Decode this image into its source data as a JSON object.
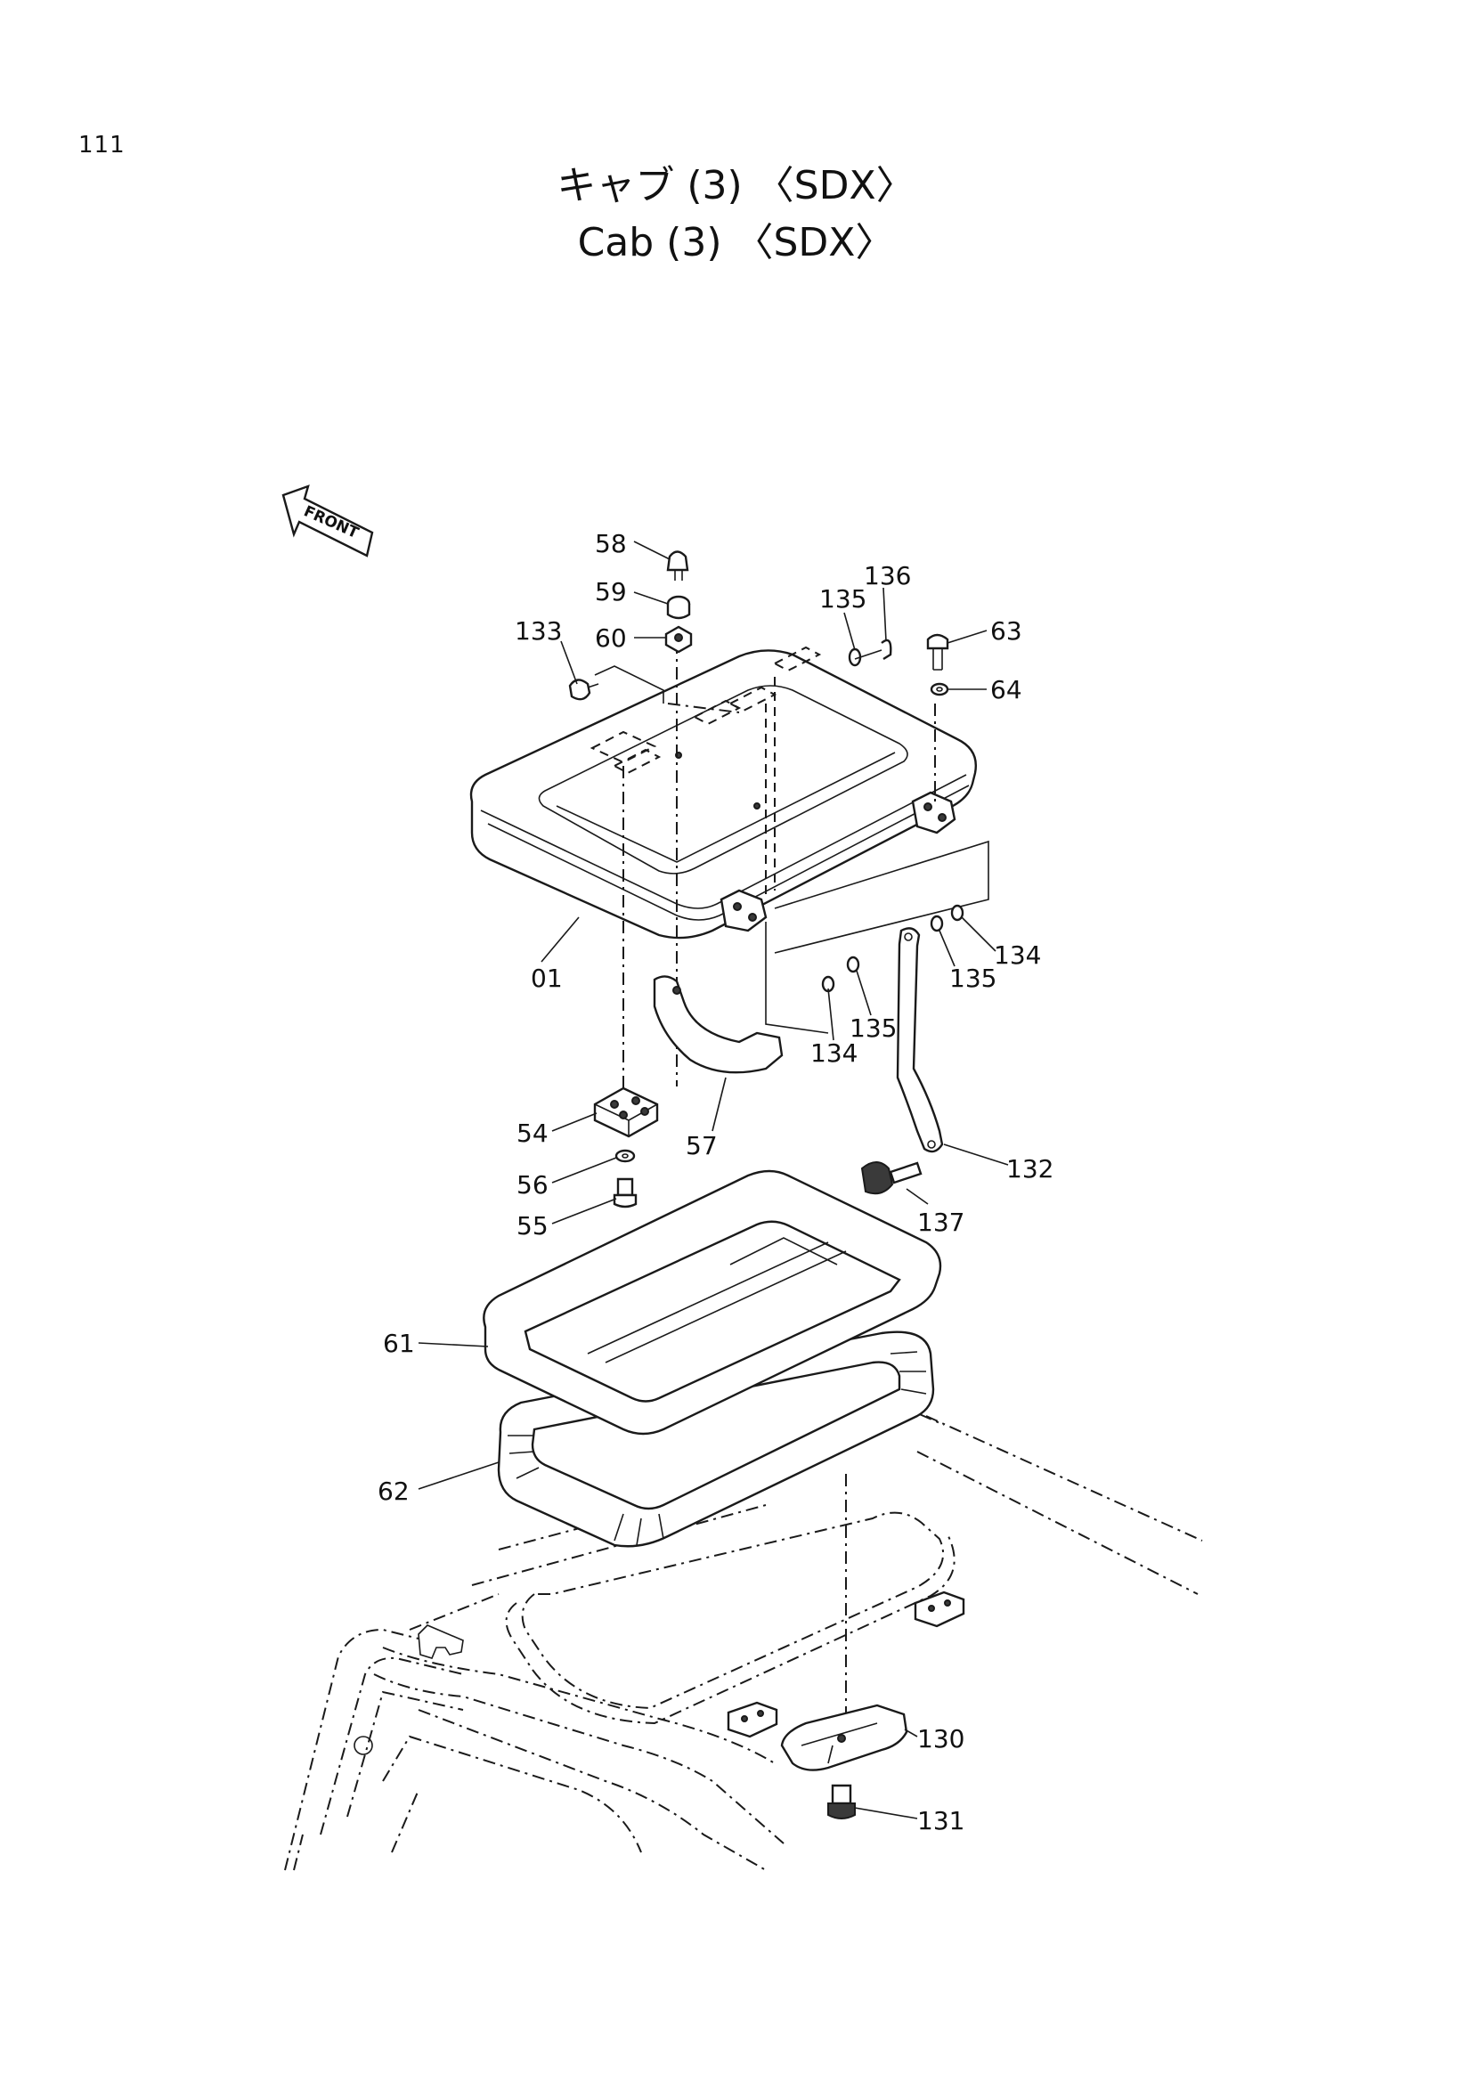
{
  "page": {
    "number": "111",
    "title_ja": "キャブ (3) 〈SDX〉",
    "title_en": "Cab (3) 〈SDX〉"
  },
  "diagram": {
    "direction_marker": "FRONT",
    "callouts": {
      "c58": "58",
      "c59": "59",
      "c60": "60",
      "c133": "133",
      "c135a": "135",
      "c136": "136",
      "c63": "63",
      "c64": "64",
      "c01": "01",
      "c134a": "134",
      "c135b": "135",
      "c135c": "135",
      "c134b": "134",
      "c54": "54",
      "c57": "57",
      "c56": "56",
      "c55": "55",
      "c132": "132",
      "c137": "137",
      "c61": "61",
      "c62": "62",
      "c130": "130",
      "c131": "131"
    }
  }
}
